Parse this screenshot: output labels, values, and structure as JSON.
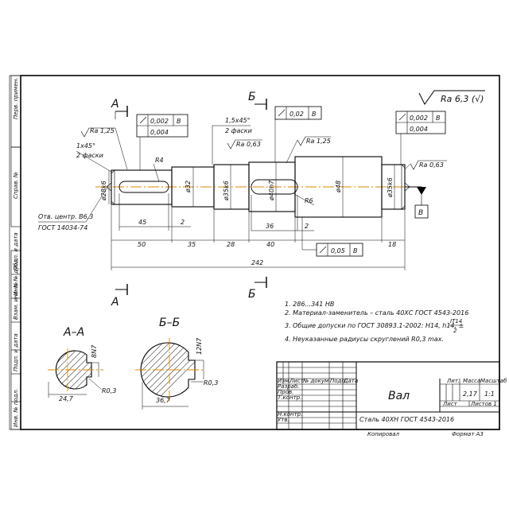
{
  "frame": {
    "side_labels": [
      "Перв. примен.",
      "Справ. №",
      "Подп. и дата",
      "Инв. № дубл.",
      "Взам. инв. №",
      "Подп. и дата",
      "Инв. № подл."
    ]
  },
  "roughness_general": "Ra 6,3 (√)",
  "sections": {
    "a_marker": "А",
    "b_marker": "Б",
    "aa_title": "А–А",
    "bb_title": "Б–Б",
    "aa_dim_depth": "8N7",
    "aa_dim_width": "24,7",
    "aa_radius": "R0,3",
    "bb_dim_depth": "12N7",
    "bb_dim_width": "36,7",
    "bb_radius": "R0,3"
  },
  "annotations": {
    "ra_left": "Ra 1,25",
    "chamfer_left": "1х45°",
    "chamfer_left_note": "2 фаски",
    "tol_left_1": "0,002",
    "tol_left_1_ref": "В",
    "tol_left_2": "0,004",
    "r4": "R4",
    "d28": "ø28k6",
    "d32": "ø32",
    "d35_left": "ø35k6",
    "chamfer_mid": "1,5х45°",
    "chamfer_mid_note": "2 фаски",
    "ra_mid": "Ra 0,63",
    "tol_mid": "0,02",
    "tol_mid_ref": "В",
    "ra_mid2": "Ra 1,25",
    "d40": "ø40h7",
    "d48": "ø48",
    "r6": "R6",
    "d35_right": "ø35k6",
    "tol_right_1": "0,002",
    "tol_right_1_ref": "В",
    "tol_right_2": "0,004",
    "ra_right": "Ra 0,63",
    "datum_b": "В",
    "center_hole_1": "Отв. центр. В6,3",
    "center_hole_2": "ГОСТ 14034-74",
    "runout_bottom": "0,05",
    "runout_bottom_ref": "В"
  },
  "dimensions": {
    "d45": "45",
    "d2_left": "2",
    "d50": "50",
    "d35": "35",
    "d28": "28",
    "d36": "36",
    "d2_right": "2",
    "d40": "40",
    "d18": "18",
    "d242": "242"
  },
  "notes": [
    "1. 286...341 HB",
    "2. Материал-заменитель – сталь 40ХС ГОСТ 4543-2016",
    "3. Общие допуски по ГОСТ 30893.1-2002: H14, h14, ±",
    "4. Неуказанные радиусы скруглений R0,3 max."
  ],
  "note3_fraction": {
    "num": "IT14",
    "den": "2"
  },
  "title_block": {
    "name": "Вал",
    "material": "Сталь 40ХН ГОСТ 4543-2016",
    "lit_header": "Лит.",
    "mass_header": "Масса",
    "scale_header": "Масштаб",
    "mass": "2,17",
    "scale": "1:1",
    "sheet": "Лист",
    "sheets": "Листов 1",
    "rows": [
      "Изм.",
      "Лист",
      "№ докум.",
      "Подп.",
      "Дата"
    ],
    "roles": [
      "Разраб.",
      "Пров.",
      "Т.контр.",
      "",
      "Н.контр.",
      "Утв."
    ],
    "copied": "Копировал",
    "format": "Формат А3"
  }
}
